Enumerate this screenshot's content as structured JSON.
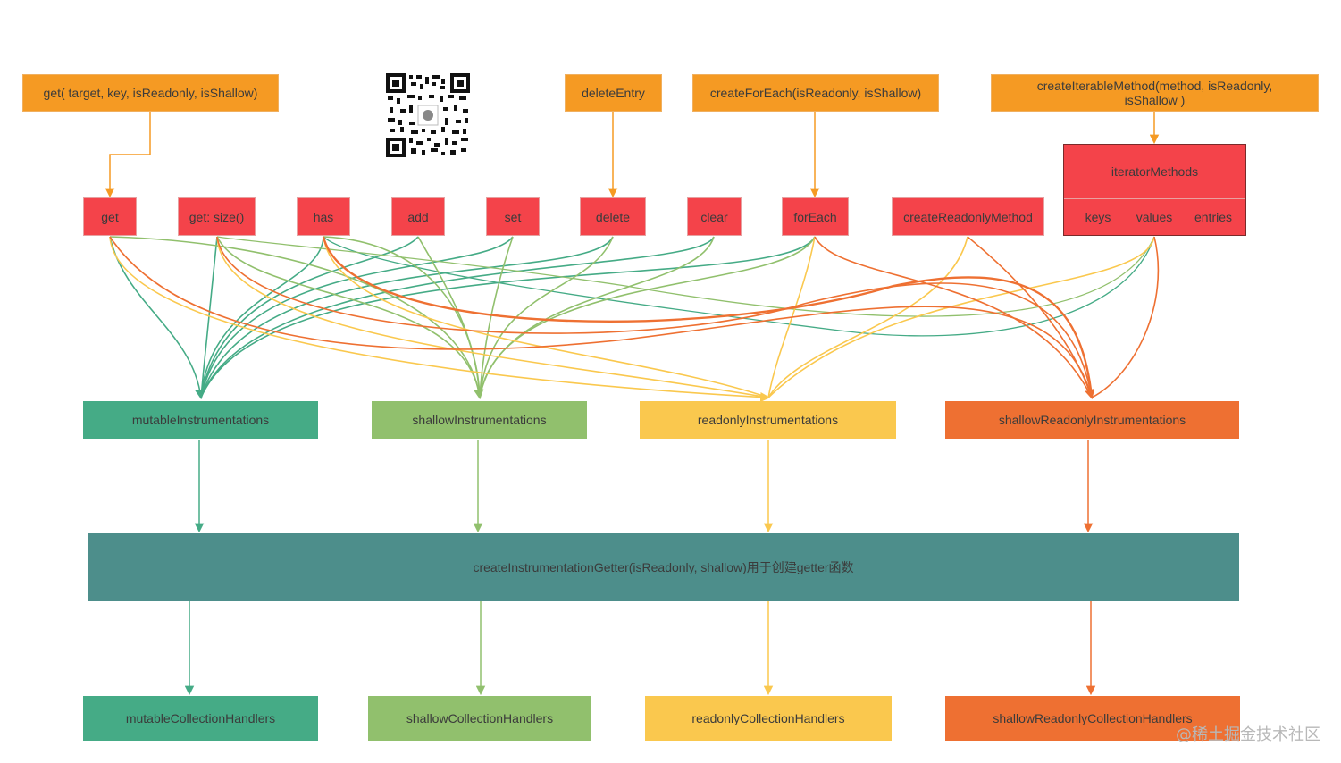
{
  "top_labels": {
    "get_fn": "get( target, key, isReadonly,  isShallow)",
    "delete_entry": "deleteEntry",
    "create_for_each": "createForEach(isReadonly, isShallow)",
    "create_iterable": "createIterableMethod(method, isReadonly, isShallow )"
  },
  "methods": {
    "get": "get",
    "size": "get: size()",
    "has": "has",
    "add": "add",
    "set": "set",
    "delete": "delete",
    "clear": "clear",
    "for_each": "forEach",
    "create_readonly": "createReadonlyMethod"
  },
  "iterator": {
    "title": "iteratorMethods",
    "keys": "keys",
    "values": "values",
    "entries": "entries"
  },
  "instrumentations": {
    "mutable": "mutableInstrumentations",
    "shallow": "shallowInstrumentations",
    "readonly": "readonlyInstrumentations",
    "shallow_readonly": "shallowReadonlyInstrumentations"
  },
  "getter": "createInstrumentationGetter(isReadonly, shallow)用于创建getter函数",
  "handlers": {
    "mutable": "mutableCollectionHandlers",
    "shallow": "shallowCollectionHandlers",
    "readonly": "readonlyCollectionHandlers",
    "shallow_readonly": "shallowReadonlyCollectionHandlers"
  },
  "watermark": "@稀土掘金技术社区",
  "colors": {
    "mutable": "#45ab86",
    "shallow": "#91c06d",
    "readonly": "#fac84e",
    "shallow_readonly": "#ee7032",
    "orange_source": "#f59a23",
    "method_red": "#f4434a",
    "getter_teal": "#4d8e8b"
  }
}
